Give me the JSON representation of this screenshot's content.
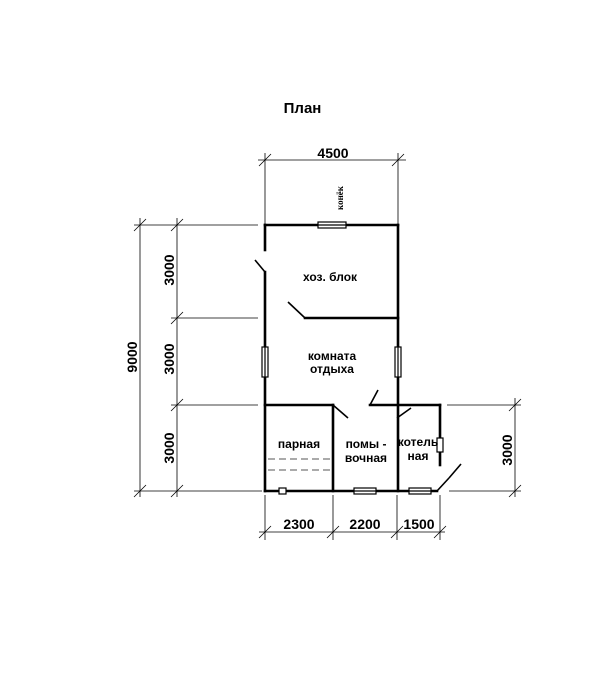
{
  "title": "План",
  "ridge_label": "конёк",
  "dimensions": {
    "top_width": "4500",
    "left_total": "9000",
    "left_rows": [
      "3000",
      "3000",
      "3000"
    ],
    "bottom": [
      "2300",
      "2200",
      "1500"
    ],
    "right": "3000"
  },
  "rooms": {
    "storage": "хоз. блок",
    "lounge_line1": "комната",
    "lounge_line2": "отдыха",
    "steam": "парная",
    "wash_line1": "помы -",
    "wash_line2": "вочная",
    "boiler_line1": "котель",
    "boiler_line2": "ная"
  }
}
